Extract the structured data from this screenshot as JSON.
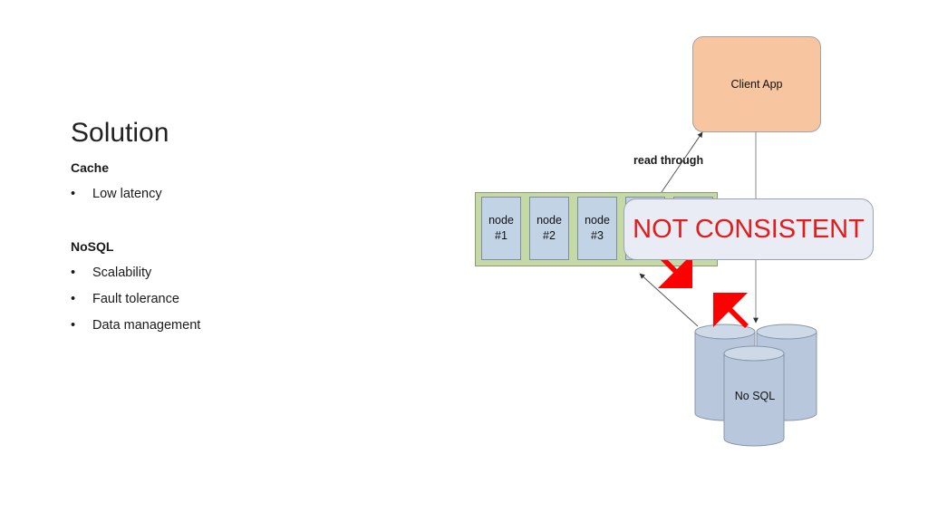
{
  "slide": {
    "title": "Solution",
    "sections": [
      {
        "heading": "Cache",
        "bullets": [
          "Low latency"
        ]
      },
      {
        "heading": "NoSQL",
        "bullets": [
          "Scalability",
          "Fault tolerance",
          "Data management"
        ]
      }
    ],
    "bullet_char": "•"
  },
  "diagram": {
    "client_app_label": "Client App",
    "nodes": [
      {
        "line1": "node",
        "line2": "#1"
      },
      {
        "line1": "node",
        "line2": "#2"
      },
      {
        "line1": "node",
        "line2": "#3"
      }
    ],
    "read_through_label": "read through",
    "callout_text": "NOT CONSISTENT",
    "database_label": "No SQL",
    "colors": {
      "client_app_fill": "#f7c59f",
      "cluster_fill": "#c5d9a6",
      "node_fill": "#c3d3e6",
      "callout_text": "#e31b1b",
      "arrow_red": "#ff0000"
    }
  }
}
